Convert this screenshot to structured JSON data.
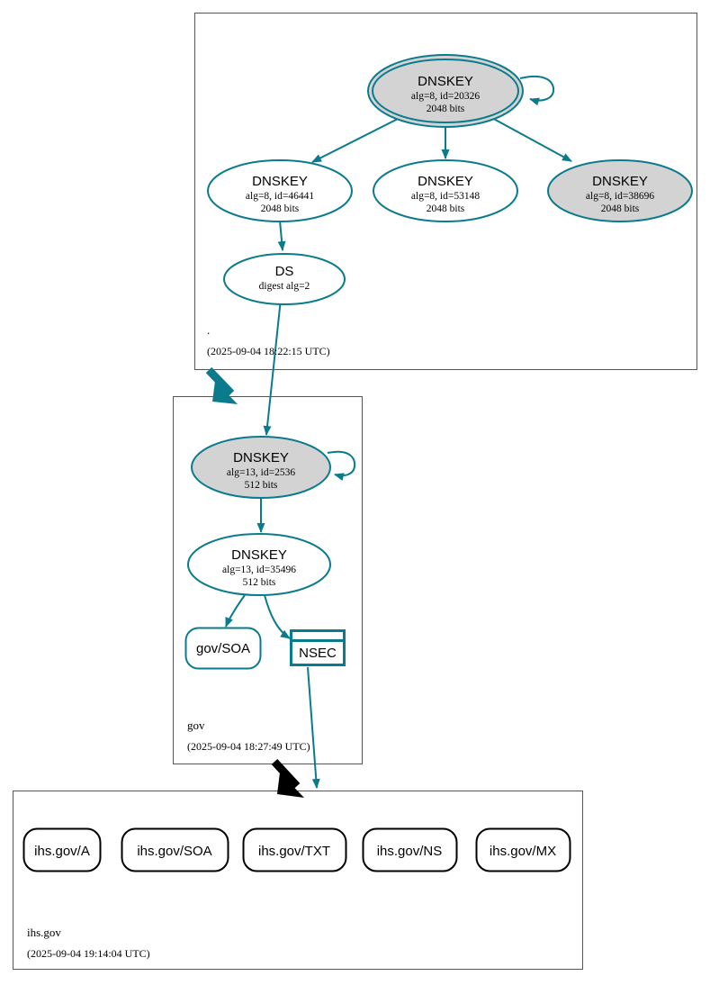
{
  "diagram": {
    "type": "dnssec-authentication-chain",
    "colors": {
      "secure_edge": "#0a7b8c",
      "insecure_edge": "#000000",
      "node_stroke_secure": "#0a7b8c",
      "node_stroke_insecure": "#000000",
      "sep_fill": "#d3d3d3",
      "zone_border": "#555555",
      "background": "#ffffff"
    }
  },
  "zones": [
    {
      "id": "root",
      "name": ".",
      "timestamp": "(2025-09-04 18:22:15 UTC)",
      "nodes": [
        {
          "id": "root-ksk-20326",
          "kind": "DNSKEY",
          "title": "DNSKEY",
          "line2": "alg=8, id=20326",
          "line3": "2048 bits",
          "alg": 8,
          "key_id": 20326,
          "bits": 2048,
          "is_sep": true,
          "is_trust_anchor": true,
          "shape": "doubleellipse",
          "fill": "#d3d3d3",
          "self_signed": true
        },
        {
          "id": "root-zsk-46441",
          "kind": "DNSKEY",
          "title": "DNSKEY",
          "line2": "alg=8, id=46441",
          "line3": "2048 bits",
          "alg": 8,
          "key_id": 46441,
          "bits": 2048,
          "is_sep": false,
          "shape": "ellipse",
          "fill": "#ffffff",
          "self_signed": false
        },
        {
          "id": "root-zsk-53148",
          "kind": "DNSKEY",
          "title": "DNSKEY",
          "line2": "alg=8, id=53148",
          "line3": "2048 bits",
          "alg": 8,
          "key_id": 53148,
          "bits": 2048,
          "is_sep": false,
          "shape": "ellipse",
          "fill": "#ffffff",
          "self_signed": false
        },
        {
          "id": "root-ksk-38696",
          "kind": "DNSKEY",
          "title": "DNSKEY",
          "line2": "alg=8, id=38696",
          "line3": "2048 bits",
          "alg": 8,
          "key_id": 38696,
          "bits": 2048,
          "is_sep": true,
          "shape": "ellipse",
          "fill": "#d3d3d3",
          "self_signed": false
        },
        {
          "id": "root-ds",
          "kind": "DS",
          "title": "DS",
          "line2": "digest alg=2",
          "line3": "",
          "digest_alg": 2,
          "shape": "ellipse",
          "fill": "#ffffff"
        }
      ]
    },
    {
      "id": "gov",
      "name": "gov",
      "timestamp": "(2025-09-04 18:27:49 UTC)",
      "nodes": [
        {
          "id": "gov-ksk-2536",
          "kind": "DNSKEY",
          "title": "DNSKEY",
          "line2": "alg=13, id=2536",
          "line3": "512 bits",
          "alg": 13,
          "key_id": 2536,
          "bits": 512,
          "is_sep": true,
          "shape": "ellipse",
          "fill": "#d3d3d3",
          "self_signed": true
        },
        {
          "id": "gov-zsk-35496",
          "kind": "DNSKEY",
          "title": "DNSKEY",
          "line2": "alg=13, id=35496",
          "line3": "512 bits",
          "alg": 13,
          "key_id": 35496,
          "bits": 512,
          "is_sep": false,
          "shape": "ellipse",
          "fill": "#ffffff",
          "self_signed": false
        },
        {
          "id": "gov-soa",
          "kind": "RRset",
          "title": "gov/SOA",
          "shape": "roundrect",
          "fill": "#ffffff"
        },
        {
          "id": "gov-nsec",
          "kind": "NSEC",
          "title": "NSEC",
          "shape": "record",
          "fill": "#ffffff"
        }
      ]
    },
    {
      "id": "ihs-gov",
      "name": "ihs.gov",
      "timestamp": "(2025-09-04 19:14:04 UTC)",
      "nodes": [
        {
          "id": "ihs-a",
          "kind": "RRset",
          "title": "ihs.gov/A",
          "shape": "roundrect",
          "fill": "#ffffff"
        },
        {
          "id": "ihs-soa",
          "kind": "RRset",
          "title": "ihs.gov/SOA",
          "shape": "roundrect",
          "fill": "#ffffff"
        },
        {
          "id": "ihs-txt",
          "kind": "RRset",
          "title": "ihs.gov/TXT",
          "shape": "roundrect",
          "fill": "#ffffff"
        },
        {
          "id": "ihs-ns",
          "kind": "RRset",
          "title": "ihs.gov/NS",
          "shape": "roundrect",
          "fill": "#ffffff"
        },
        {
          "id": "ihs-mx",
          "kind": "RRset",
          "title": "ihs.gov/MX",
          "shape": "roundrect",
          "fill": "#ffffff"
        }
      ]
    }
  ],
  "edges": [
    {
      "from": "root-ksk-20326",
      "to": "root-ksk-20326",
      "style": "secure",
      "label": "self-sign"
    },
    {
      "from": "root-ksk-20326",
      "to": "root-zsk-46441",
      "style": "secure",
      "label": "signs"
    },
    {
      "from": "root-ksk-20326",
      "to": "root-zsk-53148",
      "style": "secure",
      "label": "signs"
    },
    {
      "from": "root-ksk-20326",
      "to": "root-ksk-38696",
      "style": "secure",
      "label": "signs"
    },
    {
      "from": "root-zsk-46441",
      "to": "root-ds",
      "style": "secure",
      "label": "signs"
    },
    {
      "from": "root-ds",
      "to": "gov-ksk-2536",
      "style": "secure",
      "label": "delegates"
    },
    {
      "from": "root",
      "to": "gov",
      "style": "secure-delegation",
      "label": "secure delegation"
    },
    {
      "from": "gov-ksk-2536",
      "to": "gov-ksk-2536",
      "style": "secure",
      "label": "self-sign"
    },
    {
      "from": "gov-ksk-2536",
      "to": "gov-zsk-35496",
      "style": "secure",
      "label": "signs"
    },
    {
      "from": "gov-zsk-35496",
      "to": "gov-soa",
      "style": "secure",
      "label": "signs"
    },
    {
      "from": "gov-zsk-35496",
      "to": "gov-nsec",
      "style": "secure",
      "label": "signs"
    },
    {
      "from": "gov-nsec",
      "to": "ihs-gov",
      "style": "secure",
      "label": "proves nonexistence"
    },
    {
      "from": "gov",
      "to": "ihs-gov",
      "style": "insecure-delegation",
      "label": "insecure delegation"
    }
  ]
}
